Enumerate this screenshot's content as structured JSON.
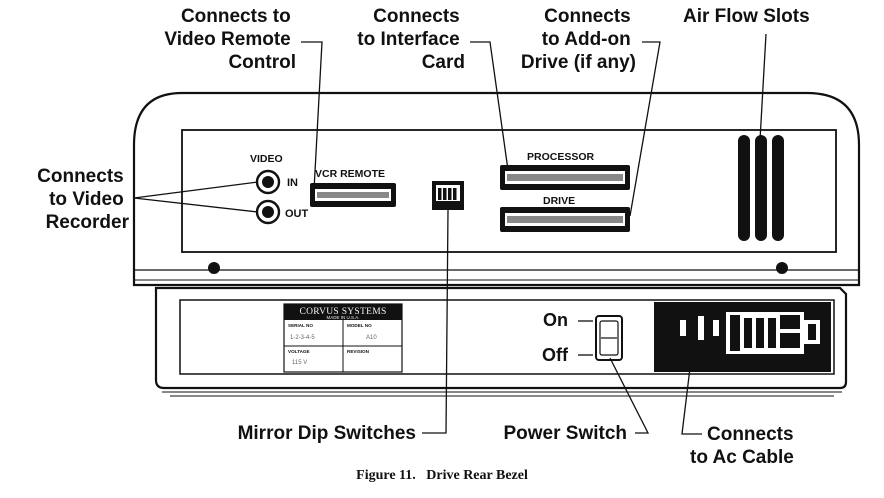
{
  "callouts": {
    "video_remote": [
      "Connects to",
      "Video Remote",
      "Control"
    ],
    "interface_card": [
      "Connects",
      "to Interface",
      "Card"
    ],
    "addon_drive": [
      "Connects",
      "to Add-on",
      "Drive (if any)"
    ],
    "air_flow": [
      "Air Flow Slots"
    ],
    "video_recorder": [
      "Connects",
      "to Video",
      "Recorder"
    ],
    "dip_switches": [
      "Mirror Dip Switches"
    ],
    "power_switch": [
      "Power Switch"
    ],
    "ac_cable": [
      "Connects",
      "to Ac Cable"
    ]
  },
  "panel": {
    "video_label": "VIDEO",
    "in_label": "IN",
    "out_label": "OUT",
    "vcr_remote_label": "VCR REMOTE",
    "processor_label": "PROCESSOR",
    "drive_label": "DRIVE"
  },
  "nameplate": {
    "brand": "CORVUS SYSTEMS",
    "made_in": "MADE IN U.S.A.",
    "serial_label": "SERIAL NO",
    "serial_value": "1-2-3-4-5",
    "model_label": "MODEL NO",
    "model_value": "A10",
    "voltage_label": "VOLTAGE",
    "voltage_value": "115 V",
    "revision_label": "REVISION"
  },
  "switch": {
    "on_label": "On",
    "off_label": "Off"
  },
  "caption": "Figure 11.   Drive Rear Bezel"
}
